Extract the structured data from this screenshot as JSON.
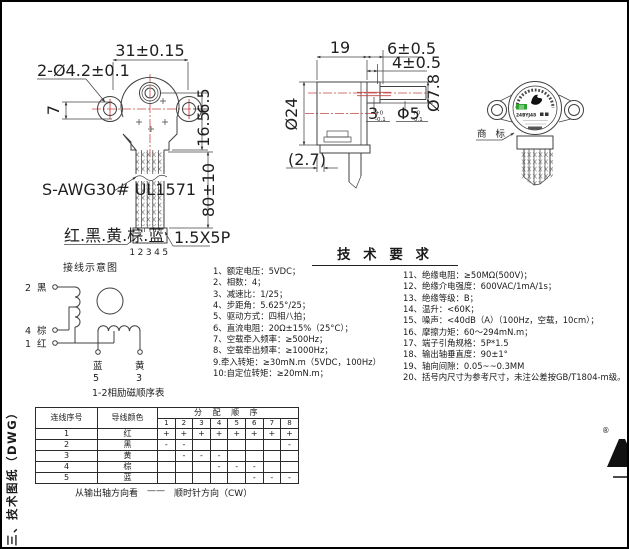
{
  "page": {
    "side_title": "三、技术图纸（DWG）",
    "registered_mark": "®"
  },
  "front_view": {
    "dim_width": "31±0.15",
    "dim_holes": "2-Ø4.2±0.1",
    "dim_7": "7",
    "dim_65": "6.5",
    "dim_165": "16.5",
    "dim_wire_len": "80±10",
    "wire_spec": "S-AWG30# UL1571",
    "wire_colors": "红.黑.黄.棕.蓝",
    "pin_numbers": "12345",
    "connector": "1.5X5P"
  },
  "side_view": {
    "dim_depth": "19",
    "dim_6": "6±0.5",
    "dim_4": "4±0.5",
    "dim_body_dia": "Ø24",
    "dim_bushing_dia": "Ø7.8",
    "flat": {
      "main": "3",
      "up": "+0",
      "dn": "-0.1"
    },
    "shaft": {
      "main": "Φ5",
      "up": "+0",
      "dn": "-0.1"
    },
    "dim_bracket": "(2.7)"
  },
  "photo_view": {
    "trademark_label": "商 标",
    "label_model": "24BYJ48"
  },
  "tech": {
    "title": "技 术 要 求",
    "left": [
      "1、额定电压：5VDC；",
      "2、相数：4；",
      "3、减速比：1/25；",
      "4、步距角：5.625°/25；",
      "5、驱动方式：四相八拍；",
      "6、直流电阻：20Ω±15%（25°C）；",
      "7、空载牵入频率：≥500Hz；",
      "8、空载牵出频率：≥1000Hz；",
      "9.牵入转矩：≥30mN.m（5VDC，100Hz）",
      "10:自定位转矩：≥20mN.m；"
    ],
    "right": [
      "11、绝缘电阻：≥50MΩ(500V)；",
      "12、绝缘介电强度：600VAC/1mA/1s；",
      "13、绝缘等级：B；",
      "14、温升：<60K；",
      "15、噪声：<40dB（A）（100Hz，空载，10cm）；",
      "16、摩擦力矩：60～294mN.m；",
      "17、端子引角规格：5P*1.5",
      "18、输出轴垂直度：90±1°",
      "19、轴向间隙：0.05~~0.3MM",
      "20、括号内尺寸为参考尺寸，未注公差按GB/T1804-m级。"
    ]
  },
  "wiring": {
    "title": "接线示意图",
    "subtitle": "1-2相励磁顺序表",
    "terminals": [
      {
        "num": "2",
        "color": "黑"
      },
      {
        "num": "4",
        "color": "棕"
      },
      {
        "num": "1",
        "color": "红"
      },
      {
        "num": "5",
        "color": "蓝"
      },
      {
        "num": "3",
        "color": "黄"
      }
    ]
  },
  "seq_table": {
    "col_no": "连线序号",
    "col_color": "导线颜色",
    "col_seq": "分 配 顺 序",
    "steps": [
      "1",
      "2",
      "3",
      "4",
      "5",
      "6",
      "7",
      "8"
    ],
    "rows": [
      {
        "no": "1",
        "color": "红",
        "marks": [
          "+",
          "+",
          "+",
          "+",
          "+",
          "+",
          "+",
          "+"
        ]
      },
      {
        "no": "2",
        "color": "黑",
        "marks": [
          "-",
          "-",
          "",
          "",
          "",
          "",
          "",
          "-"
        ]
      },
      {
        "no": "3",
        "color": "黄",
        "marks": [
          "",
          "-",
          "-",
          "-",
          "",
          "",
          "",
          ""
        ]
      },
      {
        "no": "4",
        "color": "棕",
        "marks": [
          "",
          "",
          "",
          "-",
          "-",
          "-",
          "",
          ""
        ]
      },
      {
        "no": "5",
        "color": "蓝",
        "marks": [
          "",
          "",
          "",
          "",
          "",
          "-",
          "-",
          "-"
        ]
      }
    ],
    "footer_left": "从输出轴方向看",
    "footer_dash": "——",
    "footer_right": "顺时针方向（CW）"
  },
  "colors": {
    "centerline_red": "#c64545",
    "label_green": "#2fa32f",
    "line": "#404040"
  }
}
